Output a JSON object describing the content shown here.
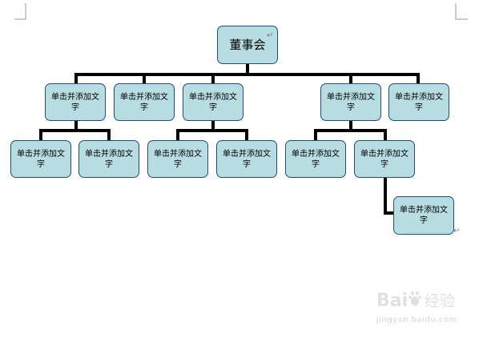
{
  "org_chart": {
    "root": "董事会",
    "placeholder": "单击并添加文字",
    "row1": [
      "单击并添加文字",
      "单击并添加文字",
      "单击并添加文字",
      "单击并添加文字",
      "单击并添加文字"
    ],
    "row2": [
      "单击并添加文字",
      "单击并添加文字",
      "单击并添加文字",
      "单击并添加文字",
      "单击并添加文字",
      "单击并添加文字"
    ],
    "row3": [
      "单击并添加文字"
    ],
    "node_fill": "#b7dde3",
    "node_border": "#1f4e79",
    "paragraph_mark": "↵"
  },
  "watermark": {
    "brand": "Baidu经验",
    "url": "jingyan.baidu.com"
  }
}
